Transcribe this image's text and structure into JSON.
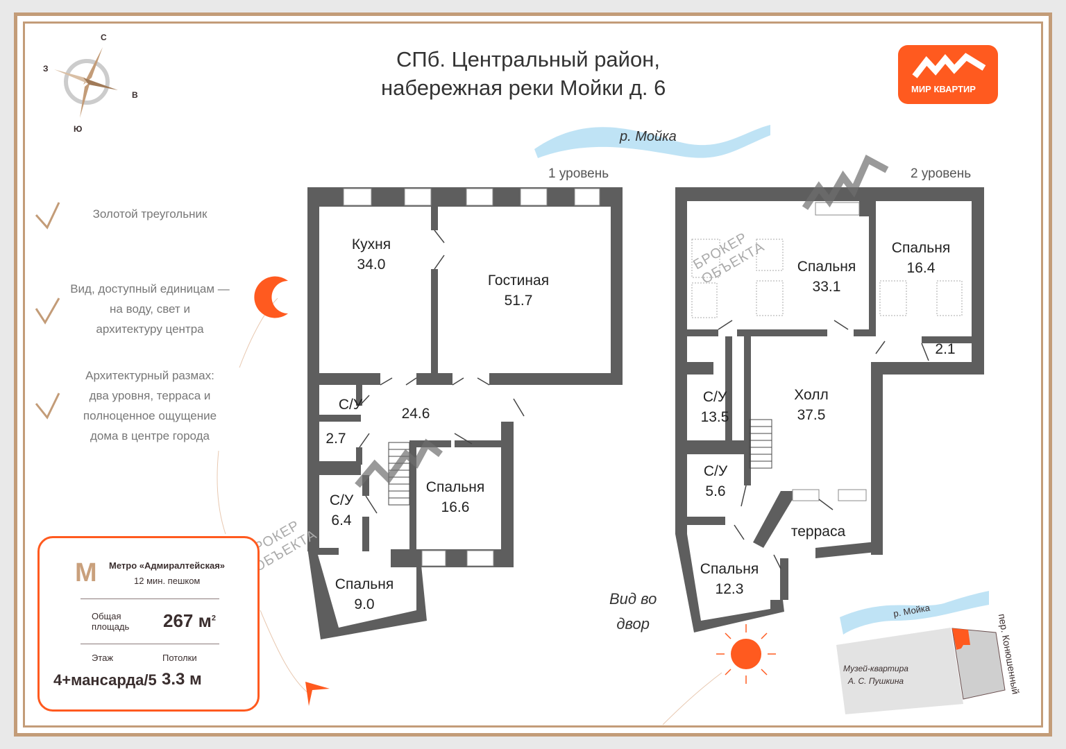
{
  "title": {
    "line1": "СПб. Центральный район,",
    "line2": "набережная реки Мойки д. 6"
  },
  "logo": {
    "text": "МИР КВАРТИР",
    "color": "#ff5a1f"
  },
  "compass": {
    "n": "С",
    "s": "Ю",
    "w": "З",
    "e": "В"
  },
  "river": "р. Мойка",
  "levels": {
    "l1": "1 уровень",
    "l2": "2 уровень"
  },
  "features": [
    {
      "text": "Золотой треугольник"
    },
    {
      "line1": "Вид, доступный единицам —",
      "line2": "на воду, свет и",
      "line3": "архитектуру центра"
    },
    {
      "line1": "Архитектурный размах:",
      "line2": "два уровня, терраса и",
      "line3": "полноценное ощущение",
      "line4": "дома в центре города"
    }
  ],
  "rooms1": [
    {
      "name": "Кухня",
      "area": "34.0"
    },
    {
      "name": "Гостиная",
      "area": "51.7"
    },
    {
      "name": "С/У",
      "area": ""
    },
    {
      "name": "",
      "area": "24.6"
    },
    {
      "name": "",
      "area": "2.7"
    },
    {
      "name": "С/У",
      "area": "6.4"
    },
    {
      "name": "Спальня",
      "area": "16.6"
    },
    {
      "name": "Спальня",
      "area": "9.0"
    }
  ],
  "rooms2": [
    {
      "name": "Спальня",
      "area": "33.1"
    },
    {
      "name": "Спальня",
      "area": "16.4"
    },
    {
      "name": "",
      "area": "2.1"
    },
    {
      "name": "С/У",
      "area": "13.5"
    },
    {
      "name": "Холл",
      "area": "37.5"
    },
    {
      "name": "С/У",
      "area": "5.6"
    },
    {
      "name": "терраса",
      "area": ""
    },
    {
      "name": "Спальня",
      "area": "12.3"
    }
  ],
  "watermark": {
    "line1": "БРОКЕР",
    "line2": "ОБЪЕКТА"
  },
  "yard": {
    "line1": "Вид во",
    "line2": "двор"
  },
  "info": {
    "metro": "Метро «Адмиралтейская»",
    "walk": "12 мин. пешком",
    "area_label1": "Общая",
    "area_label2": "площадь",
    "area": "267 м",
    "area_sup": "2",
    "floor_label": "Этаж",
    "floor": "4+мансарда/5",
    "ceiling_label": "Потолки",
    "ceiling": "3.3 м",
    "accent": "#ff5a1f"
  },
  "map": {
    "river": "р. Мойка",
    "street": "пер. Конюшенный",
    "museum1": "Музей-квартира",
    "museum2": "А. С. Пушкина"
  }
}
